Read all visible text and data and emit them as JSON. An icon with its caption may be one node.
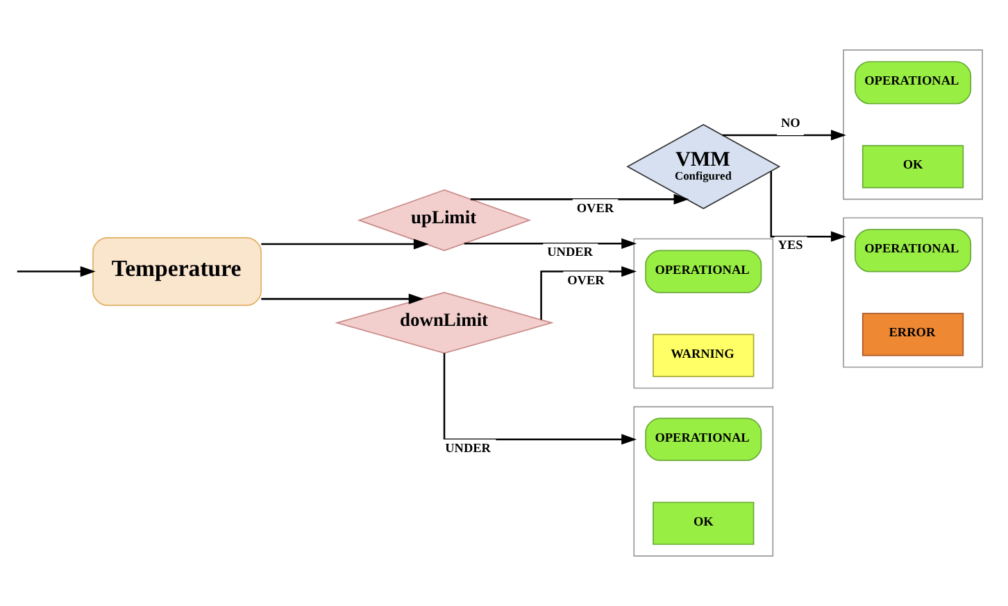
{
  "diagram": {
    "nodes": [
      {
        "text": [
          "Temperature"
        ]
      },
      {
        "text": [
          "upLimit"
        ]
      },
      {
        "text": [
          "VMM",
          "Configured"
        ]
      },
      {
        "text": [],
        "shape": "box"
      },
      {
        "text": [
          "OPERATIONAL"
        ],
        "in": 3
      },
      {
        "text": [
          "OK"
        ],
        "in": 3
      },
      {
        "text": [],
        "shape": "box"
      },
      {
        "text": [
          "OPERATIONAL"
        ],
        "in": 6
      },
      {
        "text": [
          "ERROR"
        ],
        "in": 6
      },
      {
        "text": [],
        "shape": "box"
      },
      {
        "text": [
          "OPERATIONAL"
        ],
        "in": 9
      },
      {
        "text": [
          "WARNING"
        ],
        "in": 9
      },
      {
        "text": [
          "downLimit"
        ]
      },
      {
        "text": [],
        "shape": "box"
      },
      {
        "text": [
          "OPERATIONAL"
        ],
        "in": 13
      },
      {
        "text": [
          "OK"
        ],
        "in": 13
      }
    ],
    "edges": [
      {
        "from": null,
        "to": 0,
        "arrow": "to"
      },
      {
        "from": 0,
        "to": 1,
        "arrow": "to"
      },
      {
        "from": 0,
        "to": 12,
        "arrow": "to"
      },
      {
        "from": 1,
        "to": 2,
        "label": "OVER",
        "arrow": "to"
      },
      {
        "from": 1,
        "to": 9,
        "label": "UNDER",
        "arrow": "to"
      },
      {
        "from": 2,
        "to": 3,
        "label": "NO",
        "arrow": "to"
      },
      {
        "from": 2,
        "to": 6,
        "label": "YES",
        "arrow": "to"
      },
      {
        "from": 12,
        "to": 9,
        "label": "OVER",
        "arrow": "to"
      },
      {
        "from": 12,
        "to": 13,
        "label": "UNDER",
        "arrow": "to"
      }
    ]
  }
}
